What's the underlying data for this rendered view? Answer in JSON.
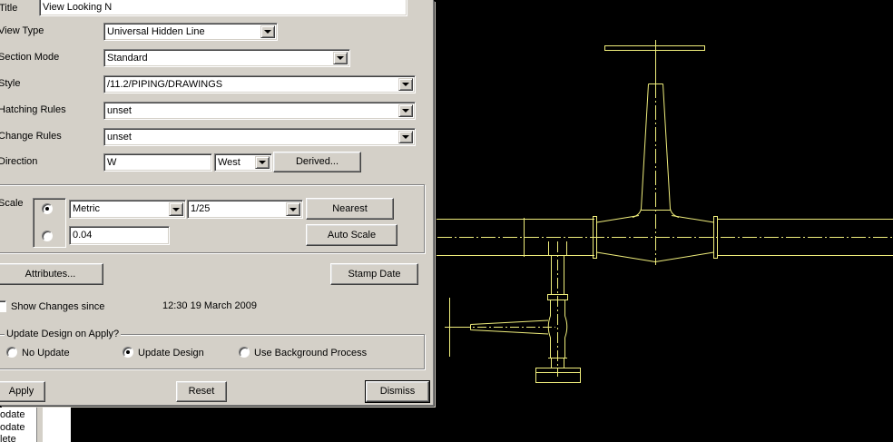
{
  "colors": {
    "dialog_bg": "#d4d0c8",
    "viewport_bg": "#000000",
    "drawing_line": "#f0ee7c"
  },
  "dialog": {
    "title_label": "Title",
    "title_value": "View Looking N",
    "view_type_label": "View Type",
    "view_type_value": "Universal Hidden Line",
    "section_mode_label": "Section Mode",
    "section_mode_value": "Standard",
    "style_label": "Style",
    "style_value": "/11.2/PIPING/DRAWINGS",
    "hatching_label": "Hatching Rules",
    "hatching_value": "unset",
    "change_rules_label": "Change Rules",
    "change_rules_value": "unset",
    "direction_label": "Direction",
    "direction_value": "W",
    "direction_select": "West",
    "derived_button": "Derived...",
    "scale": {
      "label": "Scale",
      "preset_selected": true,
      "custom_selected": false,
      "units_value": "Metric",
      "ratio_value": "1/25",
      "nearest_button": "Nearest",
      "custom_value": "0.04",
      "auto_scale_button": "Auto Scale"
    },
    "attributes_button": "Attributes...",
    "stamp_date_button": "Stamp Date",
    "show_changes_label": "Show Changes since",
    "show_changes_checked": false,
    "show_changes_time": "12:30 19 March 2009",
    "update": {
      "legend": "Update Design on Apply?",
      "options": [
        {
          "label": "No Update",
          "selected": false
        },
        {
          "label": "Update Design",
          "selected": true
        },
        {
          "label": "Use Background Process",
          "selected": false
        }
      ]
    },
    "apply_button": "Apply",
    "reset_button": "Reset",
    "dismiss_button": "Dismiss"
  },
  "background_list": {
    "items": [
      "odate",
      "odate",
      "lete"
    ]
  }
}
